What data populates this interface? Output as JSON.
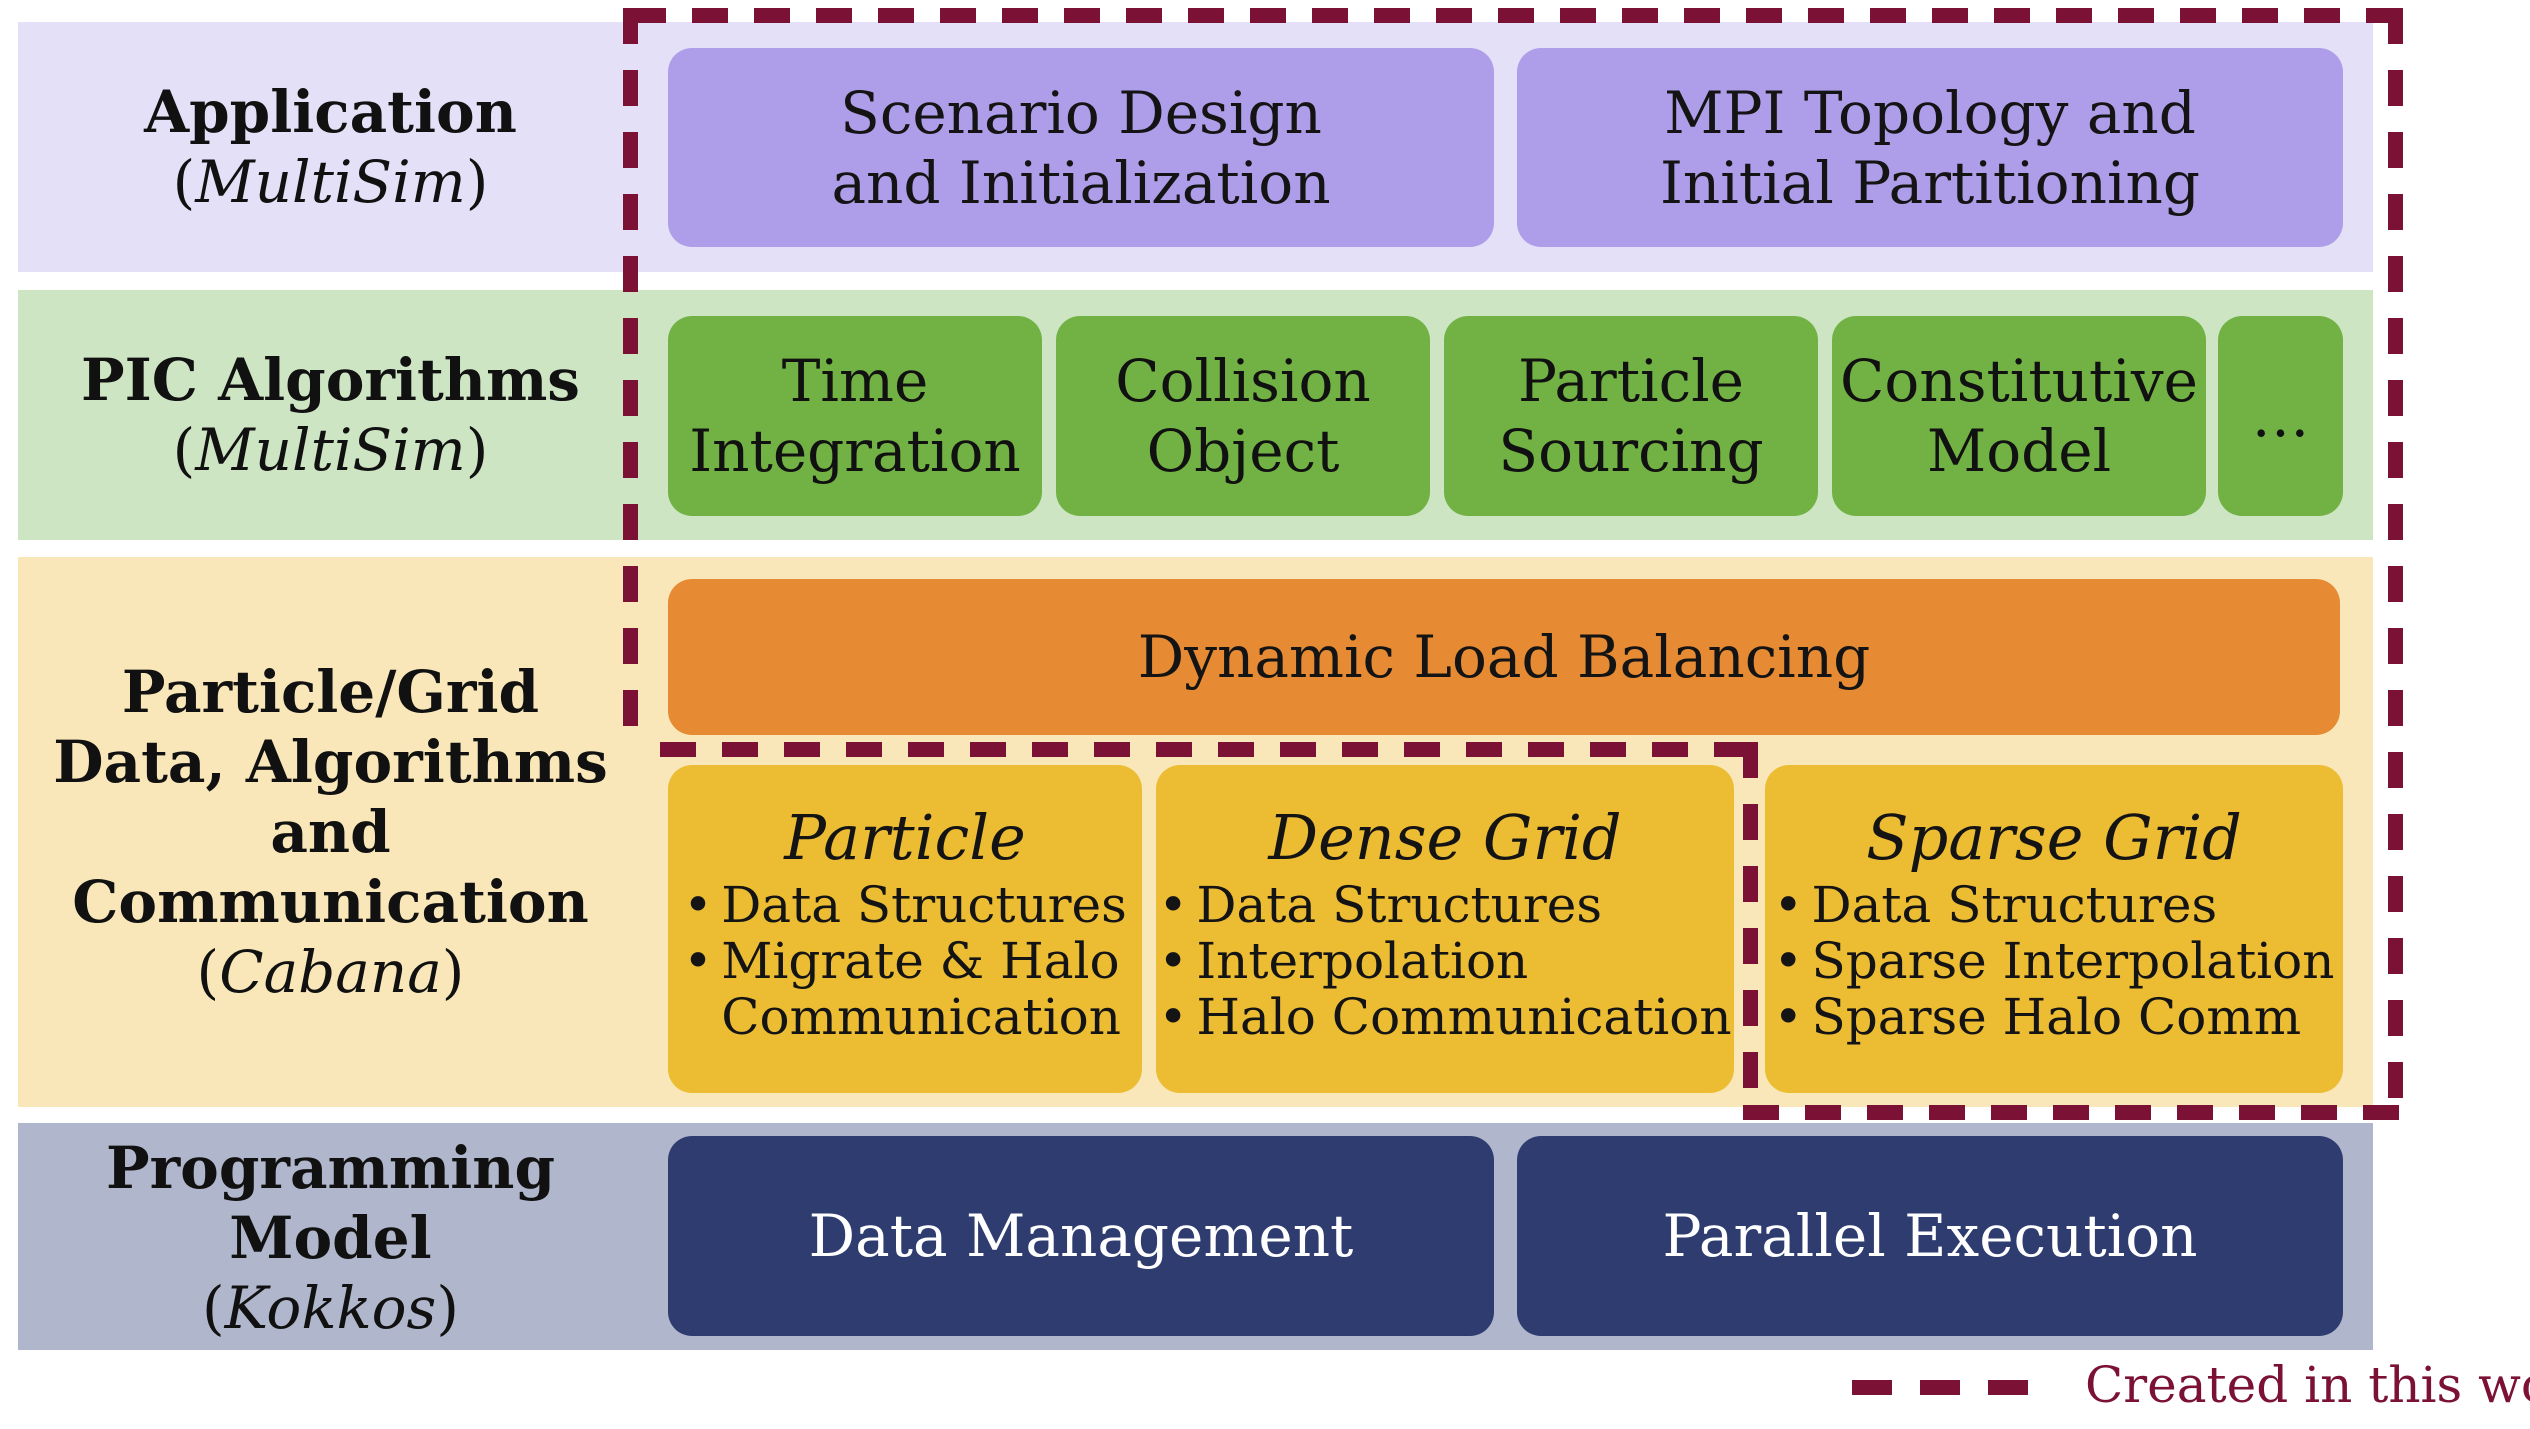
{
  "layers": {
    "application": {
      "title": "Application",
      "subtitle_open": "(",
      "subtitle": "MultiSim",
      "subtitle_close": ")",
      "boxes": [
        {
          "line1": "Scenario Design",
          "line2": "and Initialization"
        },
        {
          "line1": "MPI Topology and",
          "line2": "Initial Partitioning"
        }
      ]
    },
    "pic": {
      "title": "PIC Algorithms",
      "subtitle_open": "(",
      "subtitle": "MultiSim",
      "subtitle_close": ")",
      "boxes": [
        {
          "line1": "Time",
          "line2": "Integration"
        },
        {
          "line1": "Collision",
          "line2": "Object"
        },
        {
          "line1": "Particle",
          "line2": "Sourcing"
        },
        {
          "line1": "Constitutive",
          "line2": "Model"
        },
        {
          "line1": "…"
        }
      ]
    },
    "data": {
      "title_lines": [
        "Particle/Grid",
        "Data, Algorithms",
        "and",
        "Communication"
      ],
      "subtitle_open": "(",
      "subtitle": "Cabana",
      "subtitle_close": ")",
      "banner": "Dynamic Load Balancing",
      "panels": [
        {
          "head": "Particle",
          "items": [
            "Data Structures",
            "Migrate & Halo",
            "Communication"
          ]
        },
        {
          "head": "Dense Grid",
          "items": [
            "Data Structures",
            "Interpolation",
            "Halo Communication"
          ]
        },
        {
          "head": "Sparse Grid",
          "items": [
            "Data Structures",
            "Sparse Interpolation",
            "Sparse Halo Comm"
          ]
        }
      ]
    },
    "programming": {
      "title_lines": [
        "Programming",
        "Model"
      ],
      "subtitle_open": "(",
      "subtitle": "Kokkos",
      "subtitle_close": ")",
      "boxes": [
        "Data Management",
        "Parallel Execution"
      ]
    }
  },
  "legend": {
    "label": "Created in this work",
    "color": "#7b1236"
  },
  "colors": {
    "application_bg": "#e4e0f7",
    "application_box": "#ae9de8",
    "pic_bg": "#cde5c3",
    "pic_box": "#72b244",
    "data_bg": "#f9e7b9",
    "banner": "#e68a33",
    "panel": "#ecbc33",
    "programming_bg": "#b0b6cb",
    "programming_box": "#2f3c70"
  }
}
